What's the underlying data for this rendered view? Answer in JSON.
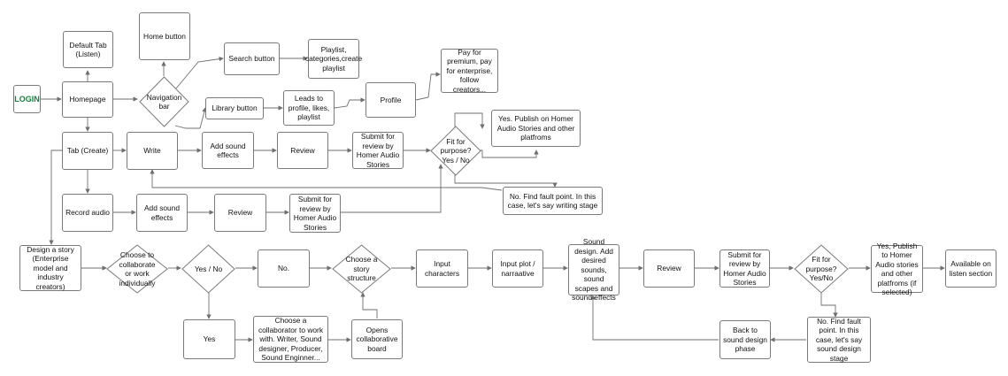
{
  "nodes": {
    "login": "LOGIN",
    "default_tab": "Default Tab (Listen)",
    "home_button": "Home button",
    "homepage": "Homepage",
    "navigation_bar": "Navigation bar",
    "search_button": "Search button",
    "search_result": "Playlist, categories,create playlist",
    "library_button": "Library button",
    "library_result": "Leads to profile, likes, playlist",
    "profile": "Profile",
    "profile_result": "Pay for premium, pay for enterprise, follow creators...",
    "tab_create": "Tab (Create)",
    "write": "Write",
    "add_sound_effects_1": "Add sound effects",
    "review_1": "Review",
    "submit_review_1": "Submit for review by Homer Audio Stories",
    "fit_purpose_1": "Fit for purpose? Yes / No",
    "yes_publish_1": "Yes. Publish on Homer Audio Stories and other platfroms",
    "no_fault_1": "No. Find fault point. In this case, let's say writing stage",
    "record_audio": "Record audio",
    "add_sound_effects_2": "Add sound effects",
    "review_2": "Review",
    "submit_review_2": "Submit for review by Homer Audio Stories",
    "design_story": "Design a story (Enterprise model and industry creators)",
    "choose_collab": "Choose to collaborate or work individually",
    "yes_no": "Yes / No",
    "no": "No.",
    "story_structure": "Choose a story structure",
    "input_characters": "Input characters",
    "input_plot": "Input plot / narraative",
    "sound_design": "Sound design. Add desired sounds, sound scapes and sound effects",
    "review_3": "Review",
    "submit_review_3": "Submit for review by Homer Audio Stories",
    "fit_purpose_2": "Fit for purpose? Yes/No",
    "yes_publish_2": "Yes, Publish to Homer Audio stories and other platfroms (if selected)",
    "available_listen": "Available on listen section",
    "yes": "Yes",
    "choose_collaborator": "Choose a collaborator to work with. Writer, Sound designer, Producer, Sound Enginner...",
    "collab_board": "Opens collaborative board",
    "back_sound_design": "Back to sound design phase",
    "no_fault_2": "No. Find fault point. In this case, let's say sound design stage"
  },
  "colors": {
    "border": "#7a7a7a",
    "arrow": "#6f6f6f",
    "login_text": "#12823a"
  }
}
